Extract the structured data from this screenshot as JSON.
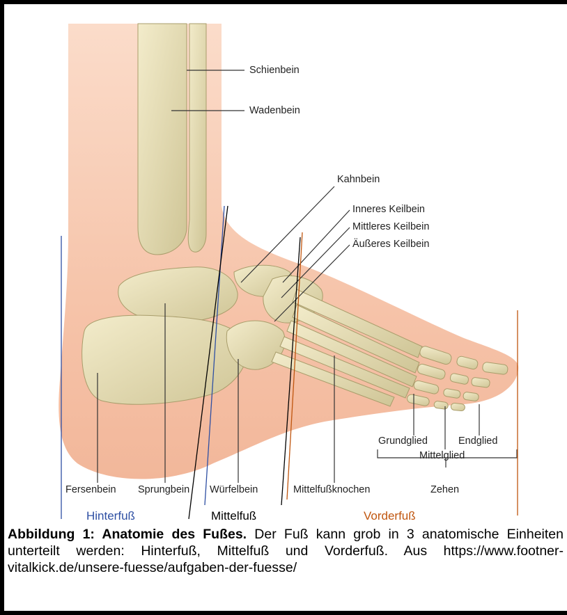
{
  "labels": {
    "schienbein": "Schienbein",
    "wadenbein": "Wadenbein",
    "kahnbein": "Kahnbein",
    "inneres_keilbein": "Inneres Keilbein",
    "mittleres_keilbein": "Mittleres Keilbein",
    "aeusseres_keilbein": "Äußeres Keilbein",
    "fersenbein": "Fersenbein",
    "sprungbein": "Sprungbein",
    "wuerfelbein": "Würfelbein",
    "mittelfussknochen": "Mittelfußknochen",
    "zehen": "Zehen",
    "grundglied": "Grundglied",
    "endglied": "Endglied",
    "mittelglied": "Mittelglied"
  },
  "regions": {
    "hinterfuss": "Hinterfuß",
    "mittelfuss": "Mittelfuß",
    "vorderfuss": "Vorderfuß"
  },
  "caption": {
    "bold": "Abbildung 1: Anatomie des Fußes.",
    "text": " Der Fuß kann grob in 3 anatomische Einheiten unterteilt werden: Hinterfuß, Mittelfuß und Vorderfuß. Aus https://www.footner-vitalkick.de/unsere-fuesse/aufgaben-der-fuesse/"
  },
  "colors": {
    "hinterfuss": "#2e4fa3",
    "mittelfuss": "#000000",
    "vorderfuss": "#c0560f",
    "skin": "#f6c8b0",
    "bone": "#e4dcb4"
  }
}
